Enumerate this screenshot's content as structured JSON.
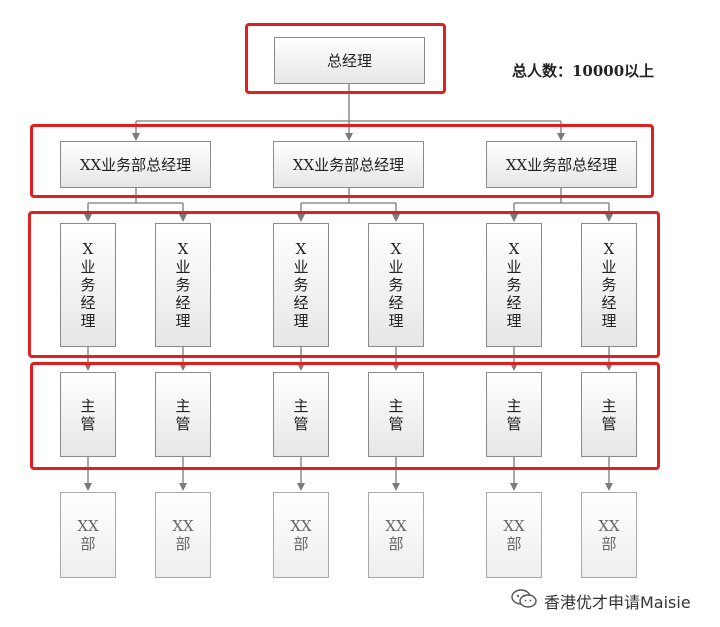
{
  "root": {
    "label": "总经理"
  },
  "total_note": "总人数：10000以上",
  "division_head_label": "XX业务部总经理",
  "manager_label": "X\n业\n务\n经\n理",
  "supervisor_label": "主\n管",
  "department_label": "XX\n部",
  "watermark": {
    "text": "香港优才申请Maisie",
    "icon": "wechat-icon"
  },
  "colors": {
    "highlight": "#e02020",
    "connector": "#7a7a7a"
  }
}
